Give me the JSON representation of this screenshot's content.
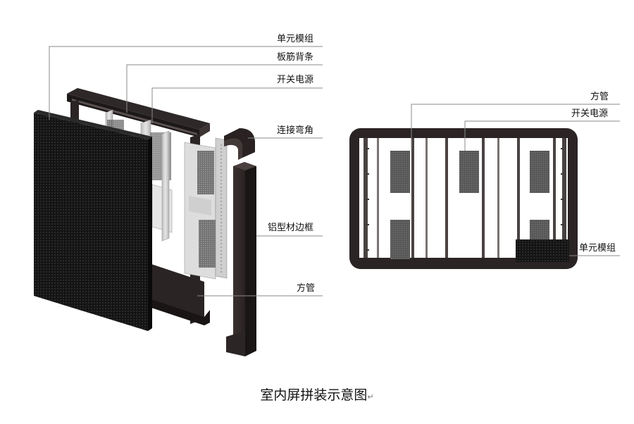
{
  "exploded_view": {
    "labels": {
      "unit_module": "单元模组",
      "panel_rib_back_bar": "板筋背条",
      "switch_power_supply": "开关电源",
      "connecting_corner": "连接弯角",
      "aluminum_frame": "铝型材边框",
      "square_tube": "方管"
    }
  },
  "assembled_view": {
    "labels": {
      "square_tube": "方管",
      "switch_power_supply": "开关电源",
      "unit_module": "单元模组"
    }
  },
  "caption": {
    "text": "室内屏拼装示意图",
    "return_mark": "↵"
  },
  "colors": {
    "frame_dark": "#2b2424",
    "module_black": "#111111",
    "metal_light": "#d4d4d4",
    "leader_line": "#8a8a8a"
  }
}
